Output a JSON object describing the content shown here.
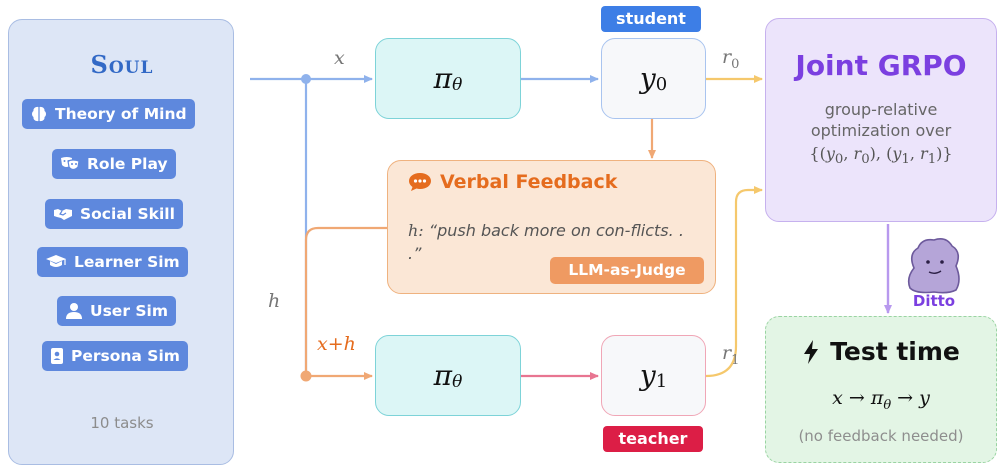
{
  "soul": {
    "title": "Soul",
    "tasks": [
      {
        "label": "Theory of Mind",
        "icon": "brain-icon"
      },
      {
        "label": "Role Play",
        "icon": "masks-icon"
      },
      {
        "label": "Social Skill",
        "icon": "handshake-icon"
      },
      {
        "label": "Learner Sim",
        "icon": "graduation-cap-icon"
      },
      {
        "label": "User Sim",
        "icon": "user-icon"
      },
      {
        "label": "Persona Sim",
        "icon": "id-badge-icon"
      }
    ],
    "count": "10 tasks"
  },
  "inputs": {
    "x": "x",
    "h": "h",
    "xh": "x+h"
  },
  "policy": {
    "pi_top": "πθ",
    "pi_bottom": "πθ"
  },
  "outputs": {
    "y0": "y0",
    "y1": "y1",
    "r0": "r0",
    "r1": "r1",
    "student_tag": "student",
    "teacher_tag": "teacher"
  },
  "feedback": {
    "title": "Verbal Feedback",
    "hint_prefix": "h:",
    "hint_text": "“push back more on con-flicts. . .”",
    "judge": "LLM-as-Judge"
  },
  "grpo": {
    "title": "Joint GRPO",
    "desc_line1": "group-relative",
    "desc_line2": "optimization over",
    "set": "{(y0, r0), (y1, r1)}"
  },
  "test": {
    "title": "Test time",
    "formula": "x → πθ → y",
    "note": "(no feedback needed)"
  },
  "ditto": {
    "label": "Ditto"
  },
  "colors": {
    "blue": "#3269c6",
    "task_blue": "#5e88dd",
    "student": "#3d7ee6",
    "teacher": "#dc1e46",
    "orange": "#e56c1e",
    "purple": "#7b3fe0"
  }
}
